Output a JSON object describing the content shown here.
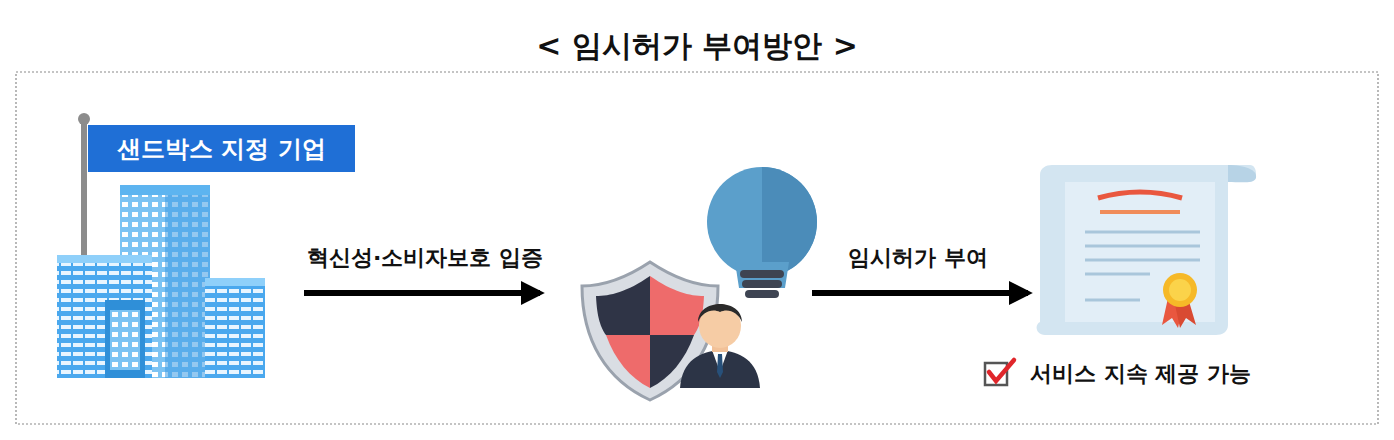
{
  "diagram": {
    "title": "< 임시허가 부여방안 >",
    "nodes": [
      {
        "text": [
          "샌드박스 지정 기업"
        ]
      }
    ],
    "labels": [
      "혁신성·소비자보호 입증",
      "임시허가 부여",
      "서비스 지속 제공 가능"
    ]
  }
}
